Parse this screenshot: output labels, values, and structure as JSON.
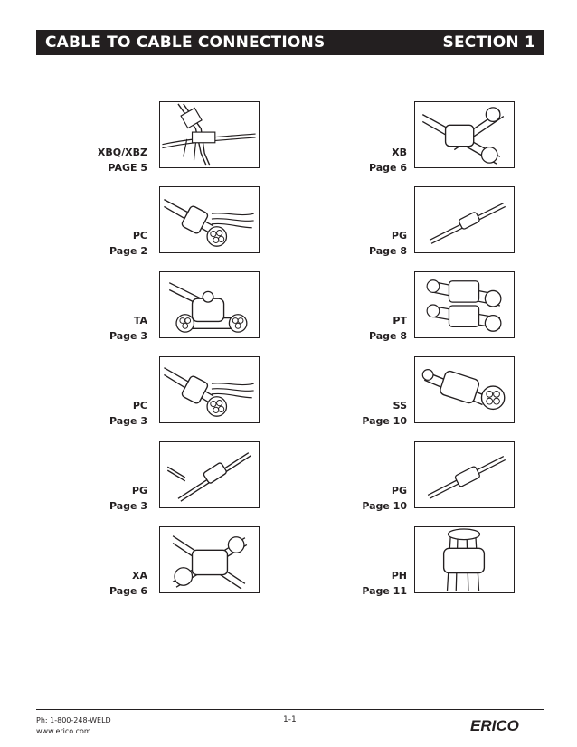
{
  "header": {
    "title": "CABLE TO CABLE CONNECTIONS",
    "section": "SECTION 1"
  },
  "left": [
    {
      "type": "XBQ/XBZ",
      "page": "PAGE 5",
      "icon": "xbq-xbz-connection-icon"
    },
    {
      "type": "PC",
      "page": "Page 2",
      "icon": "pc-connection-icon"
    },
    {
      "type": "TA",
      "page": "Page 3",
      "icon": "ta-connection-icon"
    },
    {
      "type": "PC",
      "page": "Page 3",
      "icon": "pc-connection-icon"
    },
    {
      "type": "PG",
      "page": "Page 3",
      "icon": "pg-connection-icon"
    },
    {
      "type": "XA",
      "page": "Page 6",
      "icon": "xa-connection-icon"
    }
  ],
  "right": [
    {
      "type": "XB",
      "page": "Page 6",
      "icon": "xb-connection-icon"
    },
    {
      "type": "PG",
      "page": "Page 8",
      "icon": "pg-connection-icon"
    },
    {
      "type": "PT",
      "page": "Page 8",
      "icon": "pt-connection-icon"
    },
    {
      "type": "SS",
      "page": "Page 10",
      "icon": "ss-connection-icon"
    },
    {
      "type": "PG",
      "page": "Page 10",
      "icon": "pg-connection-icon"
    },
    {
      "type": "PH",
      "page": "Page 11",
      "icon": "ph-connection-icon"
    }
  ],
  "footer": {
    "phone": "Ph: 1-800-248-WELD",
    "website": "www.erico.com",
    "page_number": "1-1",
    "logo_text": "ERICO"
  }
}
